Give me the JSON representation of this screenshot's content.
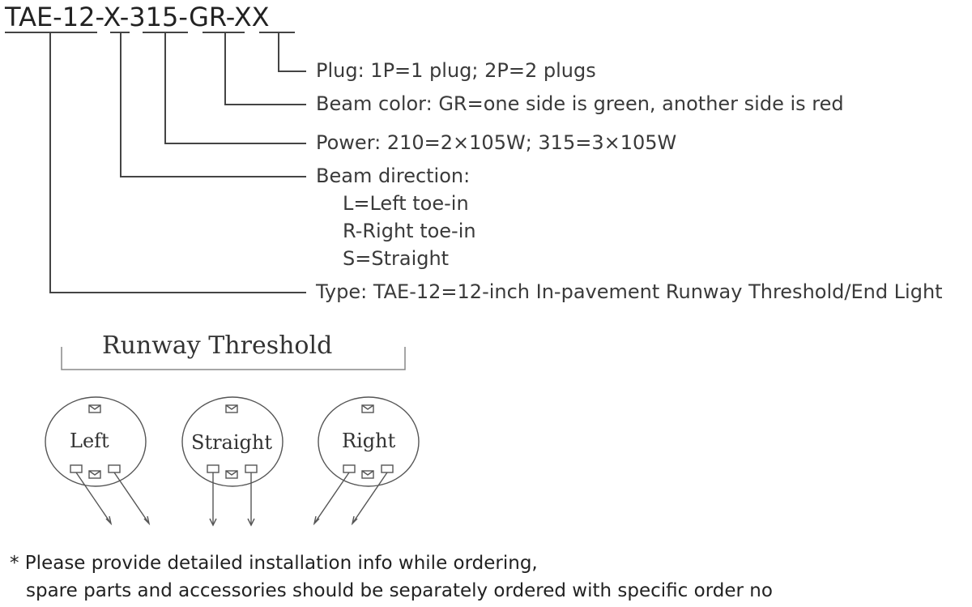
{
  "code": [
    "TAE",
    "12",
    "X",
    "315",
    "GR",
    "XX"
  ],
  "code_sep": "-",
  "legend": {
    "plug": "Plug: 1P=1 plug; 2P=2 plugs",
    "beam_color": "Beam color: GR=one side is green, another side is red",
    "power": "Power: 210=2×105W;  315=3×105W",
    "beam_direction": "Beam direction:",
    "dir_left": "L=Left toe-in",
    "dir_right": "R-Right toe-in",
    "dir_straight": "S=Straight",
    "type": "Type: TAE-12=12-inch In-pavement Runway Threshold/End Light"
  },
  "section_title": "Runway Threshold",
  "lamps": [
    "Left",
    "Straight",
    "Right"
  ],
  "note_line1": "* Please provide detailed installation info while ordering,",
  "note_line2": "spare parts and accessories should be separately ordered with specific order no",
  "colors": {
    "line": "#444444",
    "text": "#333333"
  }
}
